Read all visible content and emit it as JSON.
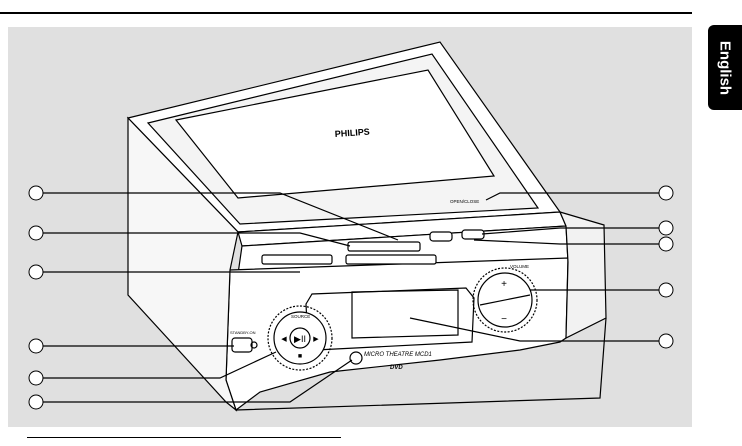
{
  "page": {
    "language_tab": "English"
  },
  "device": {
    "brand": "PHILIPS",
    "model_label": "MICRO THEATRE MCD1",
    "disc_logo": "DVD",
    "volume_label": "VOLUME",
    "source_label": "SOURCE",
    "standby_label": "STANDBY-ON",
    "open_close_label": "OPEN/CLOSE"
  },
  "colors": {
    "panel": "#e0e0e0",
    "outline": "#000000",
    "device_body": "#ffffff",
    "callout_marker": "#ffffff"
  }
}
